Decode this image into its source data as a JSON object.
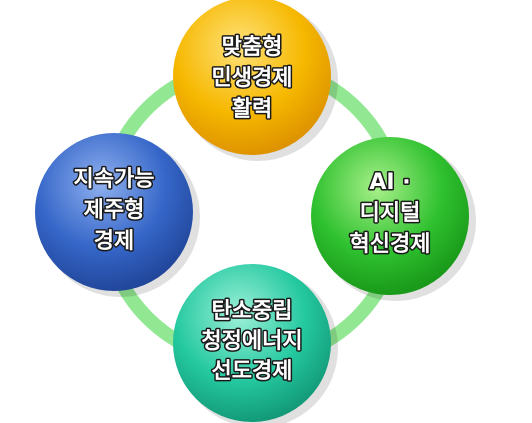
{
  "nodes": [
    {
      "id": "top",
      "lines": [
        "맞춤형",
        "민생경제",
        "활력"
      ],
      "color": "#f6b800",
      "color_light": "#ffe27a",
      "color_dark": "#d88a00"
    },
    {
      "id": "right",
      "lines": [
        "AI ·",
        "디지털",
        "혁신경제"
      ],
      "color": "#2fc12f",
      "color_light": "#a8f08a",
      "color_dark": "#148f14"
    },
    {
      "id": "bottom",
      "lines": [
        "탄소중립",
        "청정에너지",
        "선도경제"
      ],
      "color": "#24c9a0",
      "color_light": "#9df0d8",
      "color_dark": "#0f8f6f"
    },
    {
      "id": "left",
      "lines": [
        "지속가능",
        "제주형",
        "경제"
      ],
      "color": "#3566c8",
      "color_light": "#8fb0ef",
      "color_dark": "#1d3f90"
    }
  ],
  "ring_color": "#6ee06e"
}
